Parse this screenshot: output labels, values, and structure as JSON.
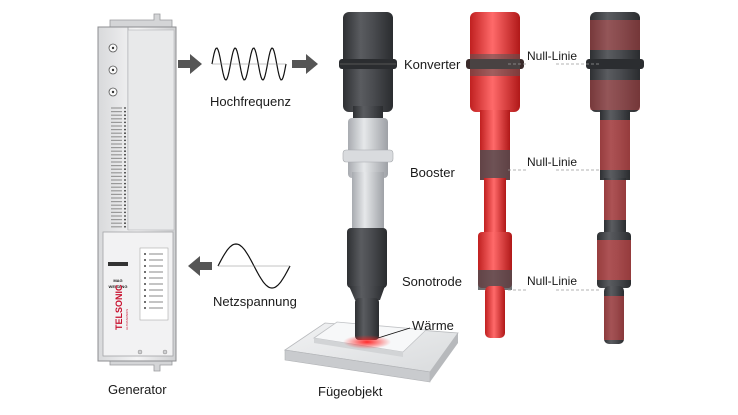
{
  "labels": {
    "hochfrequenz": "Hochfrequenz",
    "netzspannung": "Netzspannung",
    "generator": "Generator",
    "fuegeobjekt": "Fügeobjekt",
    "konverter": "Konverter",
    "booster": "Booster",
    "sonotrode": "Sonotrode",
    "waerme": "Wärme",
    "null_linie_1": "Null-Linie",
    "null_linie_2": "Null-Linie",
    "null_linie_3": "Null-Linie"
  },
  "generator": {
    "brand": "TELSONIC",
    "subbrand": "ULTRASONICS",
    "model_line1": "MAG",
    "model_line2": "WELDING"
  },
  "colors": {
    "steel_dark": "#4a4c50",
    "steel_light": "#c9ccd0",
    "glow_red": "#ff3b3b",
    "arrow_gray": "#555555",
    "brand_red": "#c8102e"
  }
}
